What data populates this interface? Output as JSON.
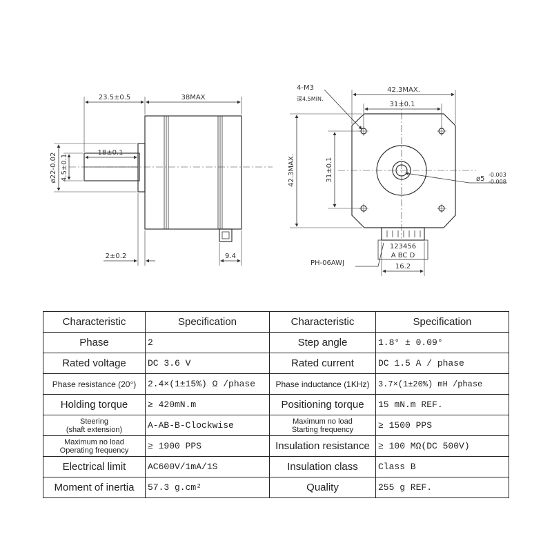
{
  "side_view": {
    "dim_shaft_length": "23.5±0.5",
    "dim_body_length": "38MAX",
    "dim_flat_length": "18±0.1",
    "dim_shaft_diameter": "ø22-0.02",
    "dim_flat_depth": "4.5±0.1",
    "dim_boss_height": "2±0.2",
    "dim_connector": "9.4"
  },
  "front_view": {
    "holes_label": "4-M3",
    "holes_depth": "深4.5MIN.",
    "dim_width": "42.3MAX.",
    "dim_hole_spacing_x": "31±0.1",
    "dim_height": "42.3MAX.",
    "dim_hole_spacing_y": "31±0.1",
    "shaft_diameter": "ø5",
    "shaft_tol_upper": "-0.003",
    "shaft_tol_lower": "-0.008",
    "pin_numbers": "123456",
    "pin_letters": "A  BC  D",
    "connector_width": "16.2",
    "connector_model": "PH-06AWJ"
  },
  "table": {
    "header": {
      "characteristic": "Characteristic",
      "specification": "Specification"
    },
    "rows": [
      {
        "left": {
          "label": "Phase",
          "value": "2"
        },
        "right": {
          "label": "Step angle",
          "value": "1.8°  ± 0.09°"
        }
      },
      {
        "left": {
          "label": "Rated voltage",
          "value": "DC 3.6 V"
        },
        "right": {
          "label": "Rated current",
          "value": "DC  1.5 A / phase"
        }
      },
      {
        "left": {
          "label": "Phase resistance (20°)",
          "value": "2.4×(1±15%) Ω /phase"
        },
        "right": {
          "label": "Phase inductance (1KHz)",
          "value": "3.7×(1±20%) mH /phase"
        }
      },
      {
        "left": {
          "label": "Holding torque",
          "value": "≥  420mN.m"
        },
        "right": {
          "label": "Positioning torque",
          "value": "15 mN.m  REF."
        }
      },
      {
        "left": {
          "label": "Steering",
          "label2": "(shaft extension)",
          "value": "A-AB-B-Clockwise"
        },
        "right": {
          "label": "Maximum no load",
          "label2": "Starting frequency",
          "value": "≥ 1500 PPS"
        }
      },
      {
        "left": {
          "label": "Maximum no load",
          "label2": "Operating frequency",
          "value": "≥ 1900 PPS"
        },
        "right": {
          "label": "Insulation resistance",
          "value": "≥ 100 MΩ(DC 500V)"
        }
      },
      {
        "left": {
          "label": "Electrical limit",
          "value": "AC600V/1mA/1S"
        },
        "right": {
          "label": "Insulation class",
          "value": "Class B"
        }
      },
      {
        "left": {
          "label": "Moment of inertia",
          "value": "57.3  g.cm²"
        },
        "right": {
          "label": "Quality",
          "value": "255 g  REF."
        }
      }
    ]
  }
}
